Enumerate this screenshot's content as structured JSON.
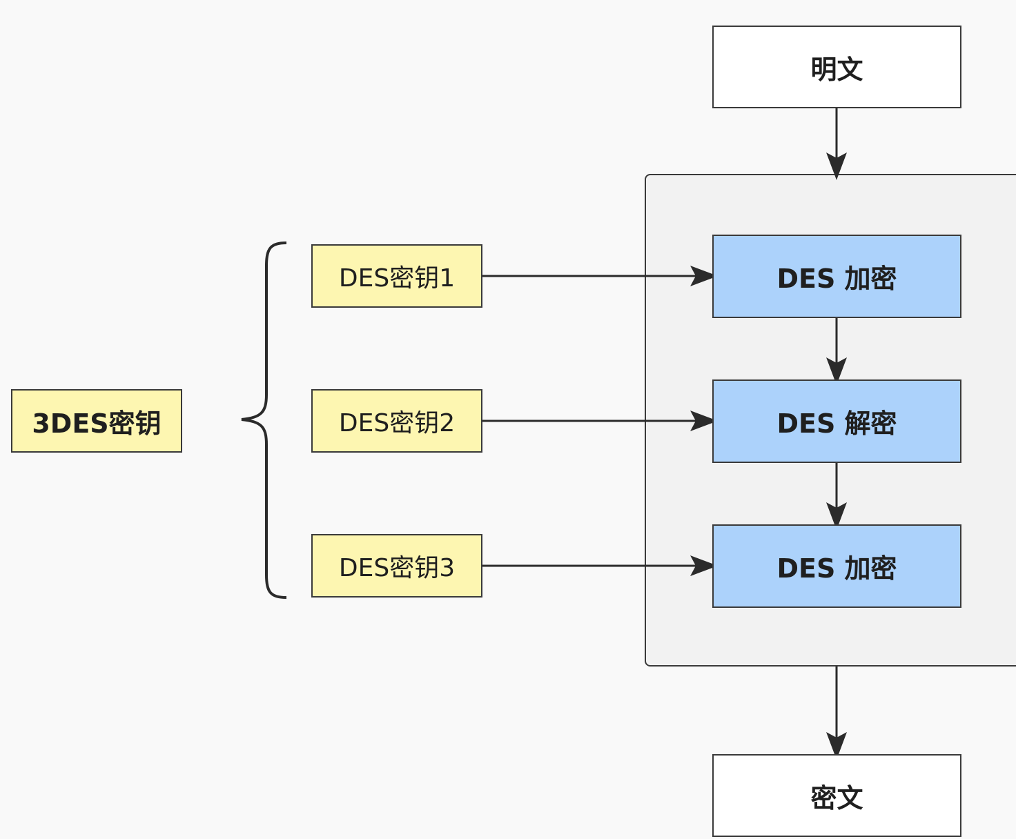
{
  "diagram": {
    "main_key": "3DES密钥",
    "sub_keys": [
      "DES密钥1",
      "DES密钥2",
      "DES密钥3"
    ],
    "input": "明文",
    "steps": [
      "DES 加密",
      "DES 解密",
      "DES 加密"
    ],
    "output": "密文"
  },
  "colors": {
    "key_fill": "#fdf6b1",
    "step_fill": "#acd2fb",
    "io_fill": "#ffffff",
    "group_fill": "#f2f2f2",
    "stroke": "#3a3a3a",
    "background": "#f9f9f9"
  }
}
